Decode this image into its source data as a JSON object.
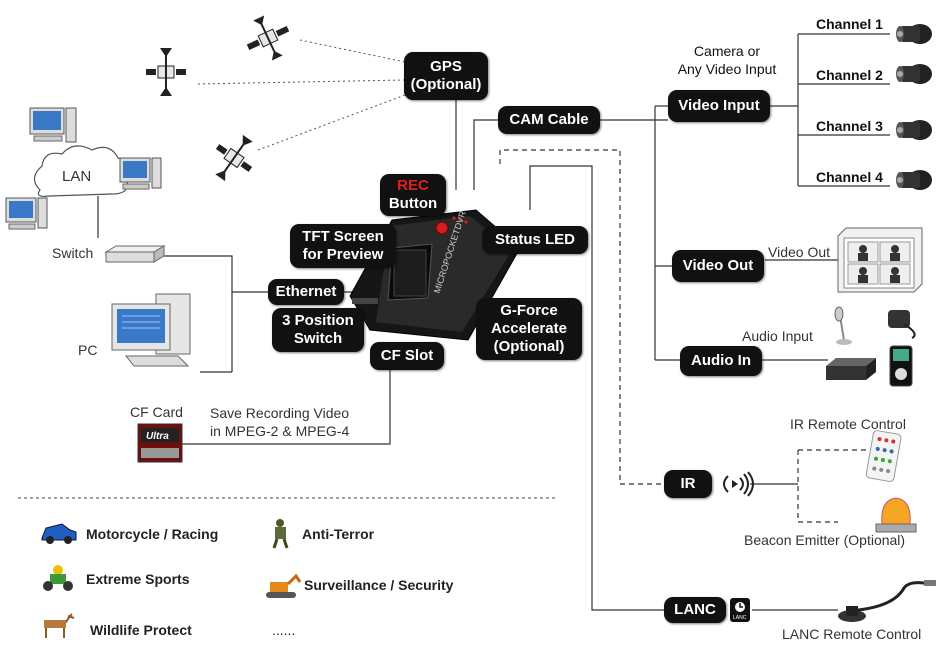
{
  "gps": {
    "line1": "GPS",
    "line2": "(Optional)"
  },
  "cam_cable": "CAM Cable",
  "camera_input_label": {
    "line1": "Camera or",
    "line2": "Any Video Input"
  },
  "video_input": "Video Input",
  "channels": [
    "Channel 1",
    "Channel 2",
    "Channel 3",
    "Channel 4"
  ],
  "rec_button": {
    "line1": "REC",
    "line2": "Button"
  },
  "tft_screen": {
    "line1": "TFT Screen",
    "line2": "for Preview"
  },
  "status_led": "Status LED",
  "ethernet": "Ethernet",
  "position_switch": {
    "line1": "3 Position",
    "line2": "Switch"
  },
  "cf_slot": "CF Slot",
  "gforce": {
    "line1": "G-Force",
    "line2": "Accelerate",
    "line3": "(Optional)"
  },
  "video_out": "Video Out",
  "video_out_label": "Video Out",
  "audio_in": "Audio In",
  "audio_input_label": "Audio Input",
  "ir": "IR",
  "ir_remote_label": "IR Remote Control",
  "beacon_label": "Beacon Emitter (Optional)",
  "lanc": "LANC",
  "lanc_icon_text": "LANC",
  "lanc_remote_label": "LANC Remote Control",
  "lan_label": "LAN",
  "switch_label": "Switch",
  "pc_label": "PC",
  "cf_card_label": "CF Card",
  "cf_card_brand": "Ultra",
  "save_recording": {
    "line1": "Save Recording Video",
    "line2": "in MPEG-2 & MPEG-4"
  },
  "device_text": "MICROPOCKETDVR",
  "categories": [
    {
      "label": "Motorcycle / Racing",
      "icon": "car-icon"
    },
    {
      "label": "Anti-Terror",
      "icon": "soldier-icon"
    },
    {
      "label": "Extreme Sports",
      "icon": "atv-icon"
    },
    {
      "label": "Surveillance / Security",
      "icon": "excavator-icon"
    },
    {
      "label": "Wildlife Protect",
      "icon": "deer-icon"
    },
    {
      "label": "......",
      "icon": ""
    }
  ],
  "colors": {
    "pill_bg": "#111111",
    "rec_red": "#e02020",
    "line": "#333333"
  }
}
